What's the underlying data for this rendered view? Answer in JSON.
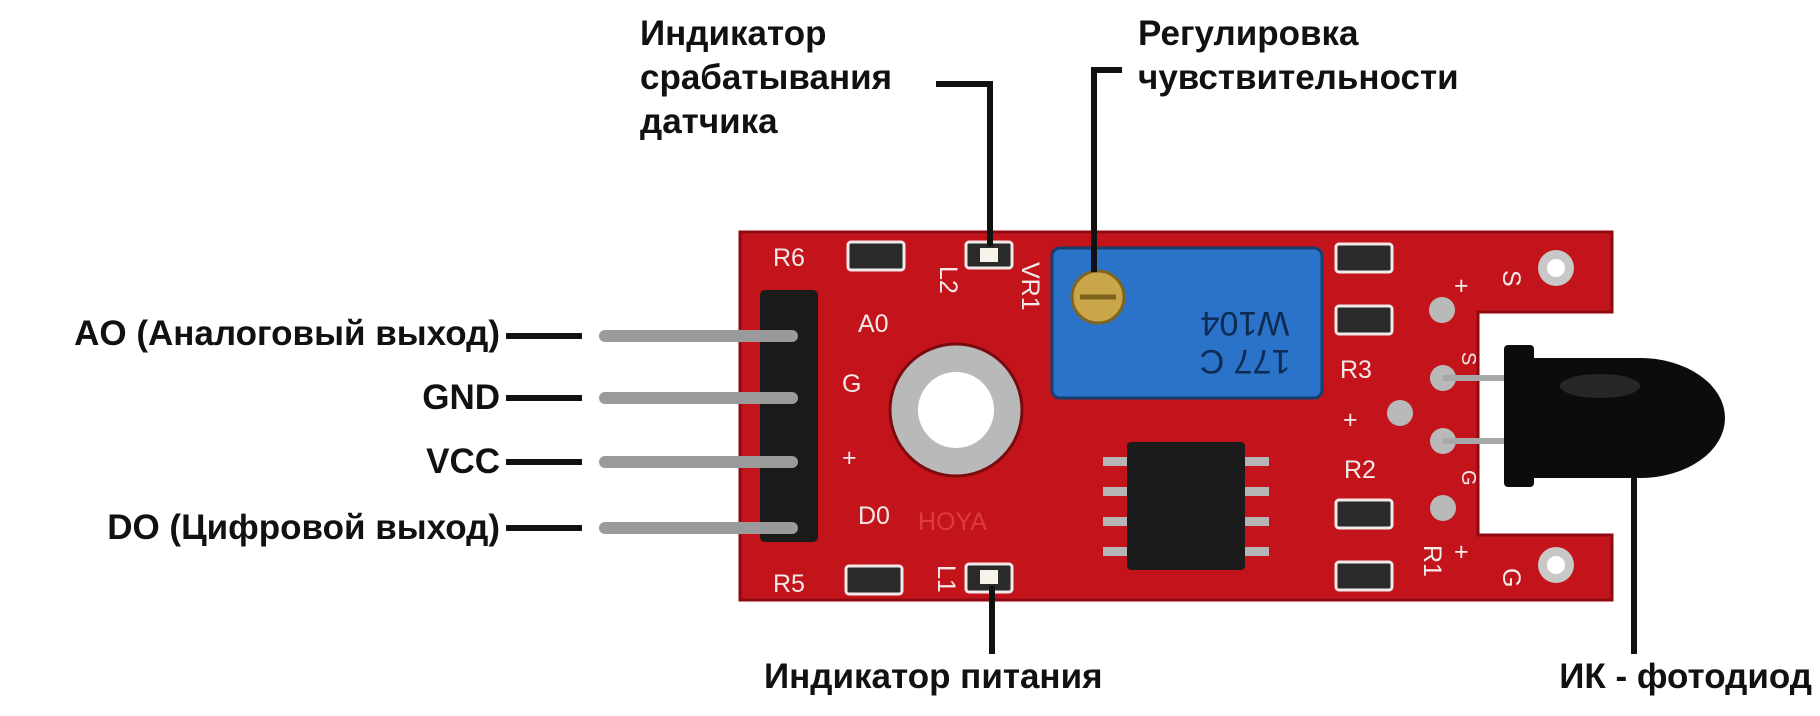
{
  "colors": {
    "board": "#c4141b",
    "board_dark": "#8e0a10",
    "silkscreen": "#f3e9e9",
    "trimmer": "#2a73c9",
    "trimmer_screw": "#c9a64a",
    "header": "#1a1a1a",
    "pin": "#9a9a9a",
    "photodiode": "#0c0c0c",
    "chip": "#1b1b1b",
    "leader": "#111111"
  },
  "labels": {
    "ao": "AO (Аналоговый выход)",
    "gnd": "GND",
    "vcc": "VCC",
    "do": "DO (Цифровой выход)",
    "trigger_led": [
      "Индикатор",
      "срабатывания",
      "датчика"
    ],
    "sensitivity": [
      "Регулировка",
      "чувствительности"
    ],
    "power_led": "Индикатор питания",
    "ir_photodiode": "ИК - фотодиод"
  },
  "silkscreen": {
    "r6": "R6",
    "l2": "L2",
    "vr1": "VR1",
    "ao": "A0",
    "g_left": "G",
    "plus_left": "+",
    "d0": "D0",
    "r5": "R5",
    "l1": "L1",
    "hoya": "HOYA",
    "r3": "R3",
    "r2": "R2",
    "r1": "R1",
    "plus_mid": "+",
    "s_right": "S",
    "plus_right_top": "+",
    "plus_right_bottom": "+",
    "g_right": "G",
    "s_pad": "S",
    "g_pad": "G"
  },
  "trimmer_text": {
    "line1": "W104",
    "line2": "177 C"
  }
}
